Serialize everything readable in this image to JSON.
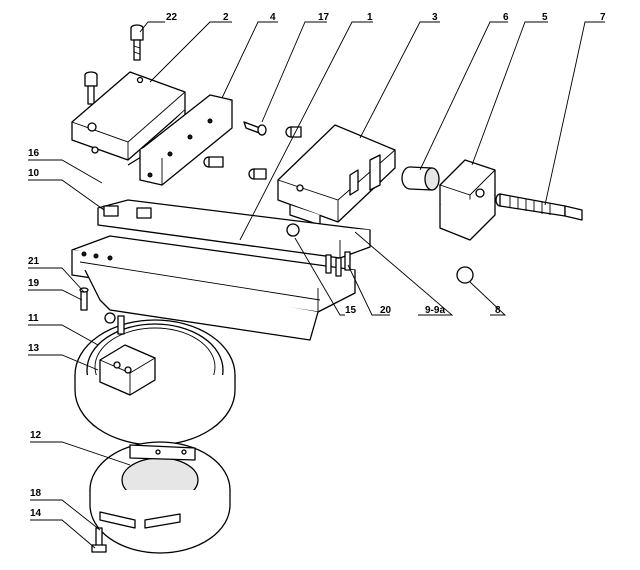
{
  "diagram": {
    "callouts": [
      {
        "id": "c22",
        "label": "22"
      },
      {
        "id": "c2",
        "label": "2"
      },
      {
        "id": "c4",
        "label": "4"
      },
      {
        "id": "c17",
        "label": "17"
      },
      {
        "id": "c1",
        "label": "1"
      },
      {
        "id": "c3",
        "label": "3"
      },
      {
        "id": "c6",
        "label": "6"
      },
      {
        "id": "c5",
        "label": "5"
      },
      {
        "id": "c7",
        "label": "7"
      },
      {
        "id": "c16",
        "label": "16"
      },
      {
        "id": "c10",
        "label": "10"
      },
      {
        "id": "c21",
        "label": "21"
      },
      {
        "id": "c19",
        "label": "19"
      },
      {
        "id": "c11",
        "label": "11"
      },
      {
        "id": "c13",
        "label": "13"
      },
      {
        "id": "c15",
        "label": "15"
      },
      {
        "id": "c20",
        "label": "20"
      },
      {
        "id": "c9",
        "label": "9-9a"
      },
      {
        "id": "c8",
        "label": "8"
      },
      {
        "id": "c12",
        "label": "12"
      },
      {
        "id": "c18",
        "label": "18"
      },
      {
        "id": "c14",
        "label": "14"
      }
    ]
  }
}
